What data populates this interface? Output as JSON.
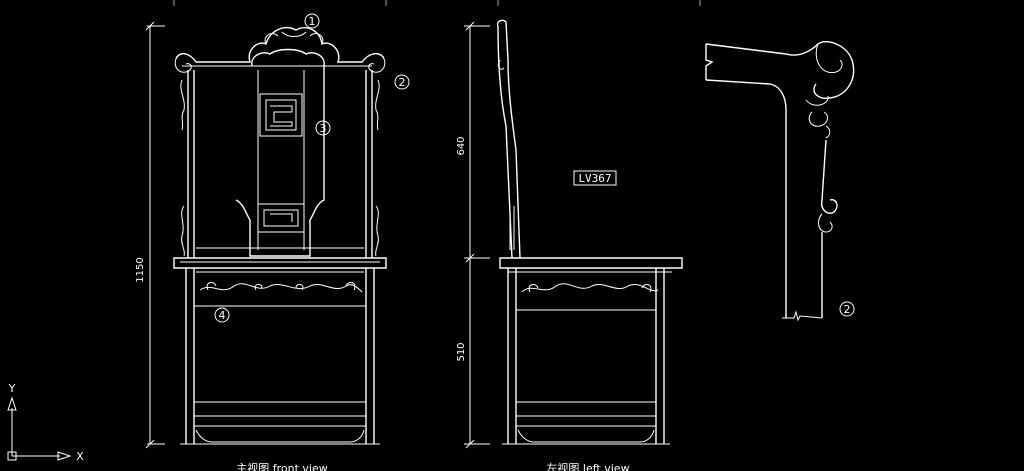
{
  "app": {
    "background": "#000000",
    "line_color": "#ffffff"
  },
  "drawing": {
    "tag_label": "LV367",
    "front_view_caption": "主视图 front view",
    "left_view_caption": "左视图 left view",
    "dimensions": {
      "total_height": "1150",
      "upper_height": "640",
      "lower_height": "510"
    },
    "callouts": [
      "1",
      "2",
      "3",
      "4",
      "2"
    ]
  },
  "axes": {
    "x_label": "X",
    "y_label": "Y"
  }
}
